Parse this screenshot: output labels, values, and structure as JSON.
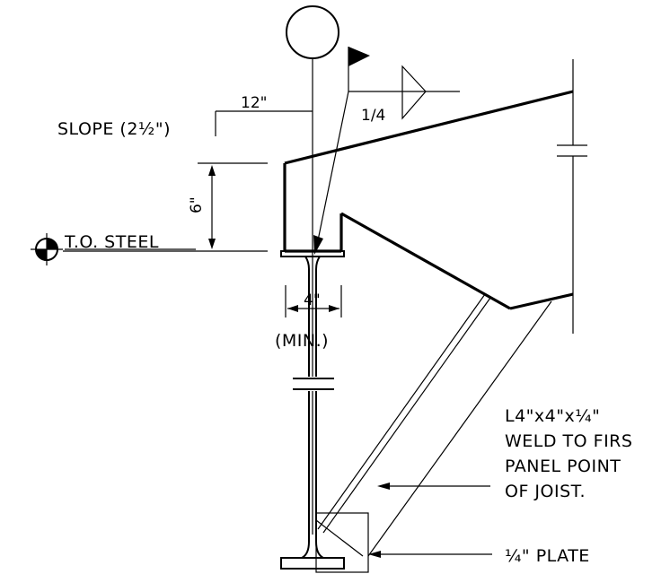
{
  "labels": {
    "slope": "SLOPE (2½\")",
    "twelve": "12\"",
    "weld_size": "1/4",
    "six": "6\"",
    "to_steel": "T.O. STEEL",
    "four": "4\"",
    "min": "(MIN.)",
    "angle_note_1": "L4\"x4\"x¼\"",
    "angle_note_2": "WELD TO FIRS",
    "angle_note_3": "PANEL POINT",
    "angle_note_4": "OF JOIST.",
    "plate": "¼\" PLATE"
  }
}
